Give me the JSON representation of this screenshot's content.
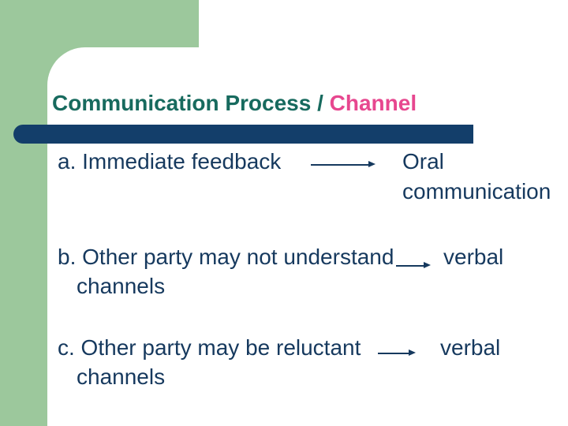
{
  "colors": {
    "sidebar_green": "#9cc89c",
    "bar_navy": "#133e6a",
    "title_teal": "#176a5e",
    "title_accent_pink": "#e7478f",
    "body_text_navy": "#16395e"
  },
  "title": {
    "main": "Communication Process /",
    "accent": "Channel"
  },
  "items": [
    {
      "id": "a",
      "label_line1": "a. Immediate feedback",
      "result": "Oral communication"
    },
    {
      "id": "b",
      "label_line1": "b. Other party may not understand",
      "label_line2": "channels",
      "result": "verbal"
    },
    {
      "id": "c",
      "label_line1": "c. Other party may be reluctant",
      "label_line2": "channels",
      "result": "verbal"
    }
  ]
}
